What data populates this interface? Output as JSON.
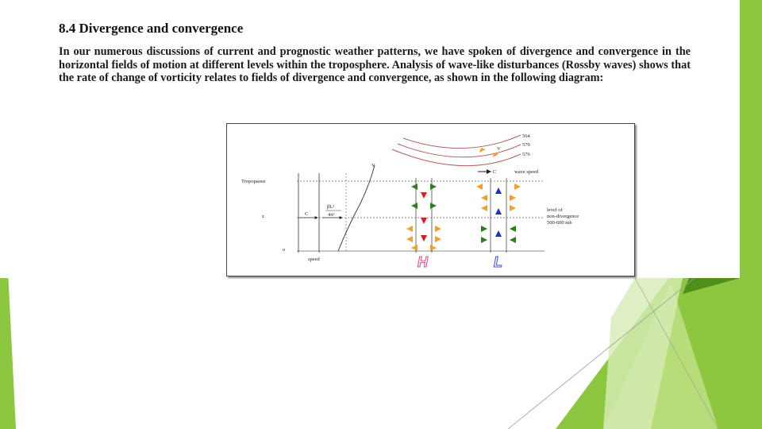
{
  "document": {
    "heading": "8.4 Divergence and convergence",
    "paragraph": "In our numerous discussions of current and prognostic weather patterns, we have spoken of divergence and convergence in the horizontal fields of motion at different levels within the troposphere. Analysis of wave-like disturbances (Rossby waves) shows that the rate of change of vorticity relates to fields of divergence and convergence, as shown in the following diagram:"
  },
  "diagram": {
    "contour_labels": [
      "564",
      "570",
      "576"
    ],
    "wind_label": "V",
    "wave_speed_symbol": "C",
    "wave_speed_label": "wave speed",
    "tropopause_label": "Tropopause",
    "z_label": "z",
    "zero_label": "o",
    "speed_label": "speed",
    "profile_v_label": "V",
    "c_marker_label": "C",
    "formula_top": "βL²",
    "formula_bottom": "4π²",
    "nondivergence_line1": "level of",
    "nondivergence_line2": "non-divergence",
    "nondivergence_line3": "500-600 mb",
    "high_label": "H",
    "low_label": "L"
  },
  "colors": {
    "green_light": "#9bc83c",
    "green_dark": "#5a9a1e",
    "arrow_green": "#2e7d1e",
    "arrow_orange": "#f0a030",
    "arrow_red": "#d42020",
    "arrow_blue": "#2030c0",
    "h_fill": "#ff9fc8",
    "l_fill": "#a8b4ff"
  }
}
